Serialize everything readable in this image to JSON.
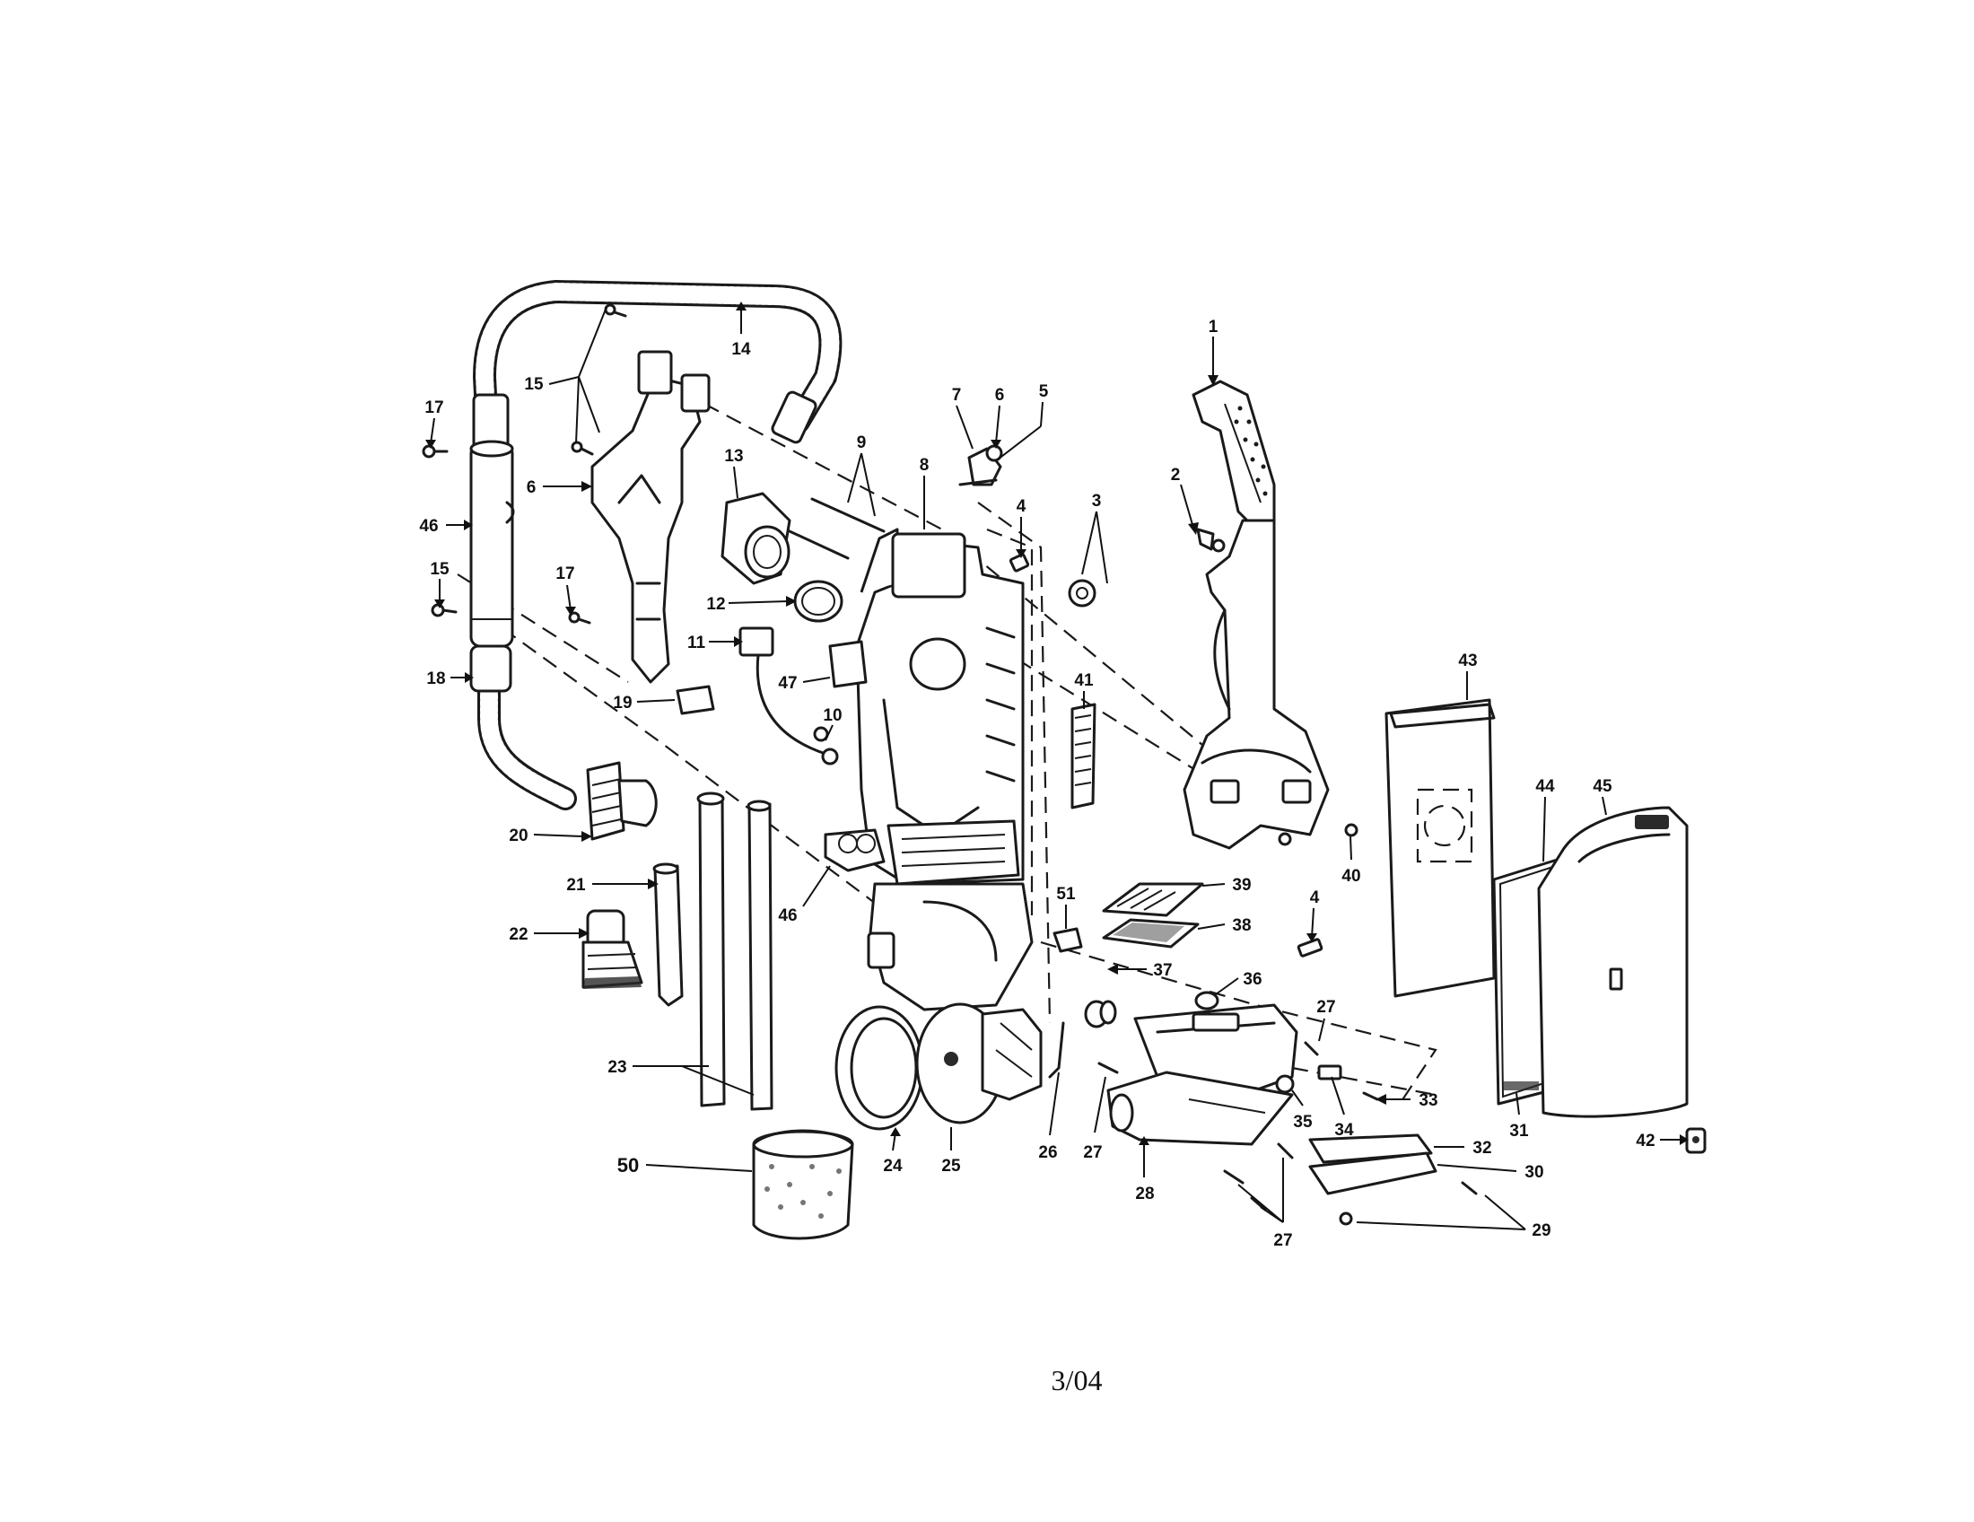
{
  "footer": {
    "date_code": "3/04"
  },
  "callouts": [
    {
      "id": "c1",
      "text": "1"
    },
    {
      "id": "c2",
      "text": "2"
    },
    {
      "id": "c3",
      "text": "3"
    },
    {
      "id": "c4a",
      "text": "4"
    },
    {
      "id": "c4b",
      "text": "4"
    },
    {
      "id": "c5",
      "text": "5"
    },
    {
      "id": "c6a",
      "text": "6"
    },
    {
      "id": "c6b",
      "text": "6"
    },
    {
      "id": "c7",
      "text": "7"
    },
    {
      "id": "c8",
      "text": "8"
    },
    {
      "id": "c9",
      "text": "9"
    },
    {
      "id": "c10",
      "text": "10"
    },
    {
      "id": "c11",
      "text": "11"
    },
    {
      "id": "c12",
      "text": "12"
    },
    {
      "id": "c13",
      "text": "13"
    },
    {
      "id": "c14",
      "text": "14"
    },
    {
      "id": "c15a",
      "text": "15"
    },
    {
      "id": "c15b",
      "text": "15"
    },
    {
      "id": "c17a",
      "text": "17"
    },
    {
      "id": "c17b",
      "text": "17"
    },
    {
      "id": "c18",
      "text": "18"
    },
    {
      "id": "c19",
      "text": "19"
    },
    {
      "id": "c20",
      "text": "20"
    },
    {
      "id": "c21",
      "text": "21"
    },
    {
      "id": "c22",
      "text": "22"
    },
    {
      "id": "c23",
      "text": "23"
    },
    {
      "id": "c24",
      "text": "24"
    },
    {
      "id": "c25",
      "text": "25"
    },
    {
      "id": "c26",
      "text": "26"
    },
    {
      "id": "c27a",
      "text": "27"
    },
    {
      "id": "c27b",
      "text": "27"
    },
    {
      "id": "c27c",
      "text": "27"
    },
    {
      "id": "c28",
      "text": "28"
    },
    {
      "id": "c29",
      "text": "29"
    },
    {
      "id": "c30",
      "text": "30"
    },
    {
      "id": "c31",
      "text": "31"
    },
    {
      "id": "c32",
      "text": "32"
    },
    {
      "id": "c33",
      "text": "33"
    },
    {
      "id": "c34",
      "text": "34"
    },
    {
      "id": "c35",
      "text": "35"
    },
    {
      "id": "c36",
      "text": "36"
    },
    {
      "id": "c37",
      "text": "37"
    },
    {
      "id": "c38",
      "text": "38"
    },
    {
      "id": "c39",
      "text": "39"
    },
    {
      "id": "c40",
      "text": "40"
    },
    {
      "id": "c41",
      "text": "41"
    },
    {
      "id": "c42",
      "text": "42"
    },
    {
      "id": "c43",
      "text": "43"
    },
    {
      "id": "c44",
      "text": "44"
    },
    {
      "id": "c45",
      "text": "45"
    },
    {
      "id": "c46a",
      "text": "46"
    },
    {
      "id": "c46b",
      "text": "46"
    },
    {
      "id": "c47",
      "text": "47"
    },
    {
      "id": "c50",
      "text": "50"
    },
    {
      "id": "c51",
      "text": "51"
    }
  ]
}
